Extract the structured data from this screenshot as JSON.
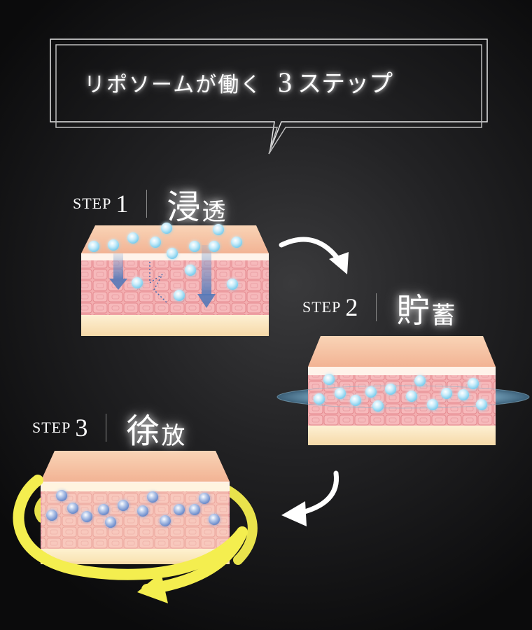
{
  "title": {
    "main": "リポソームが働く",
    "number": "3",
    "rest": "ステップ"
  },
  "steps": [
    {
      "word": "STEP",
      "number": "1",
      "kanji_1": "浸",
      "kanji_2": "透"
    },
    {
      "word": "STEP",
      "number": "2",
      "kanji_1": "貯",
      "kanji_2": "蓄"
    },
    {
      "word": "STEP",
      "number": "3",
      "kanji_1": "徐",
      "kanji_2": "放"
    }
  ],
  "colors": {
    "skin_top": "#f6c6a6",
    "skin_cells": "#f1a6a8",
    "cell_border": "#e57f86",
    "fat_layer": "#fbe7c2",
    "liposome": "#8fd5f1",
    "arrow_yellow": "#f4ee4f",
    "ring_blue": "#5f8aa6"
  }
}
